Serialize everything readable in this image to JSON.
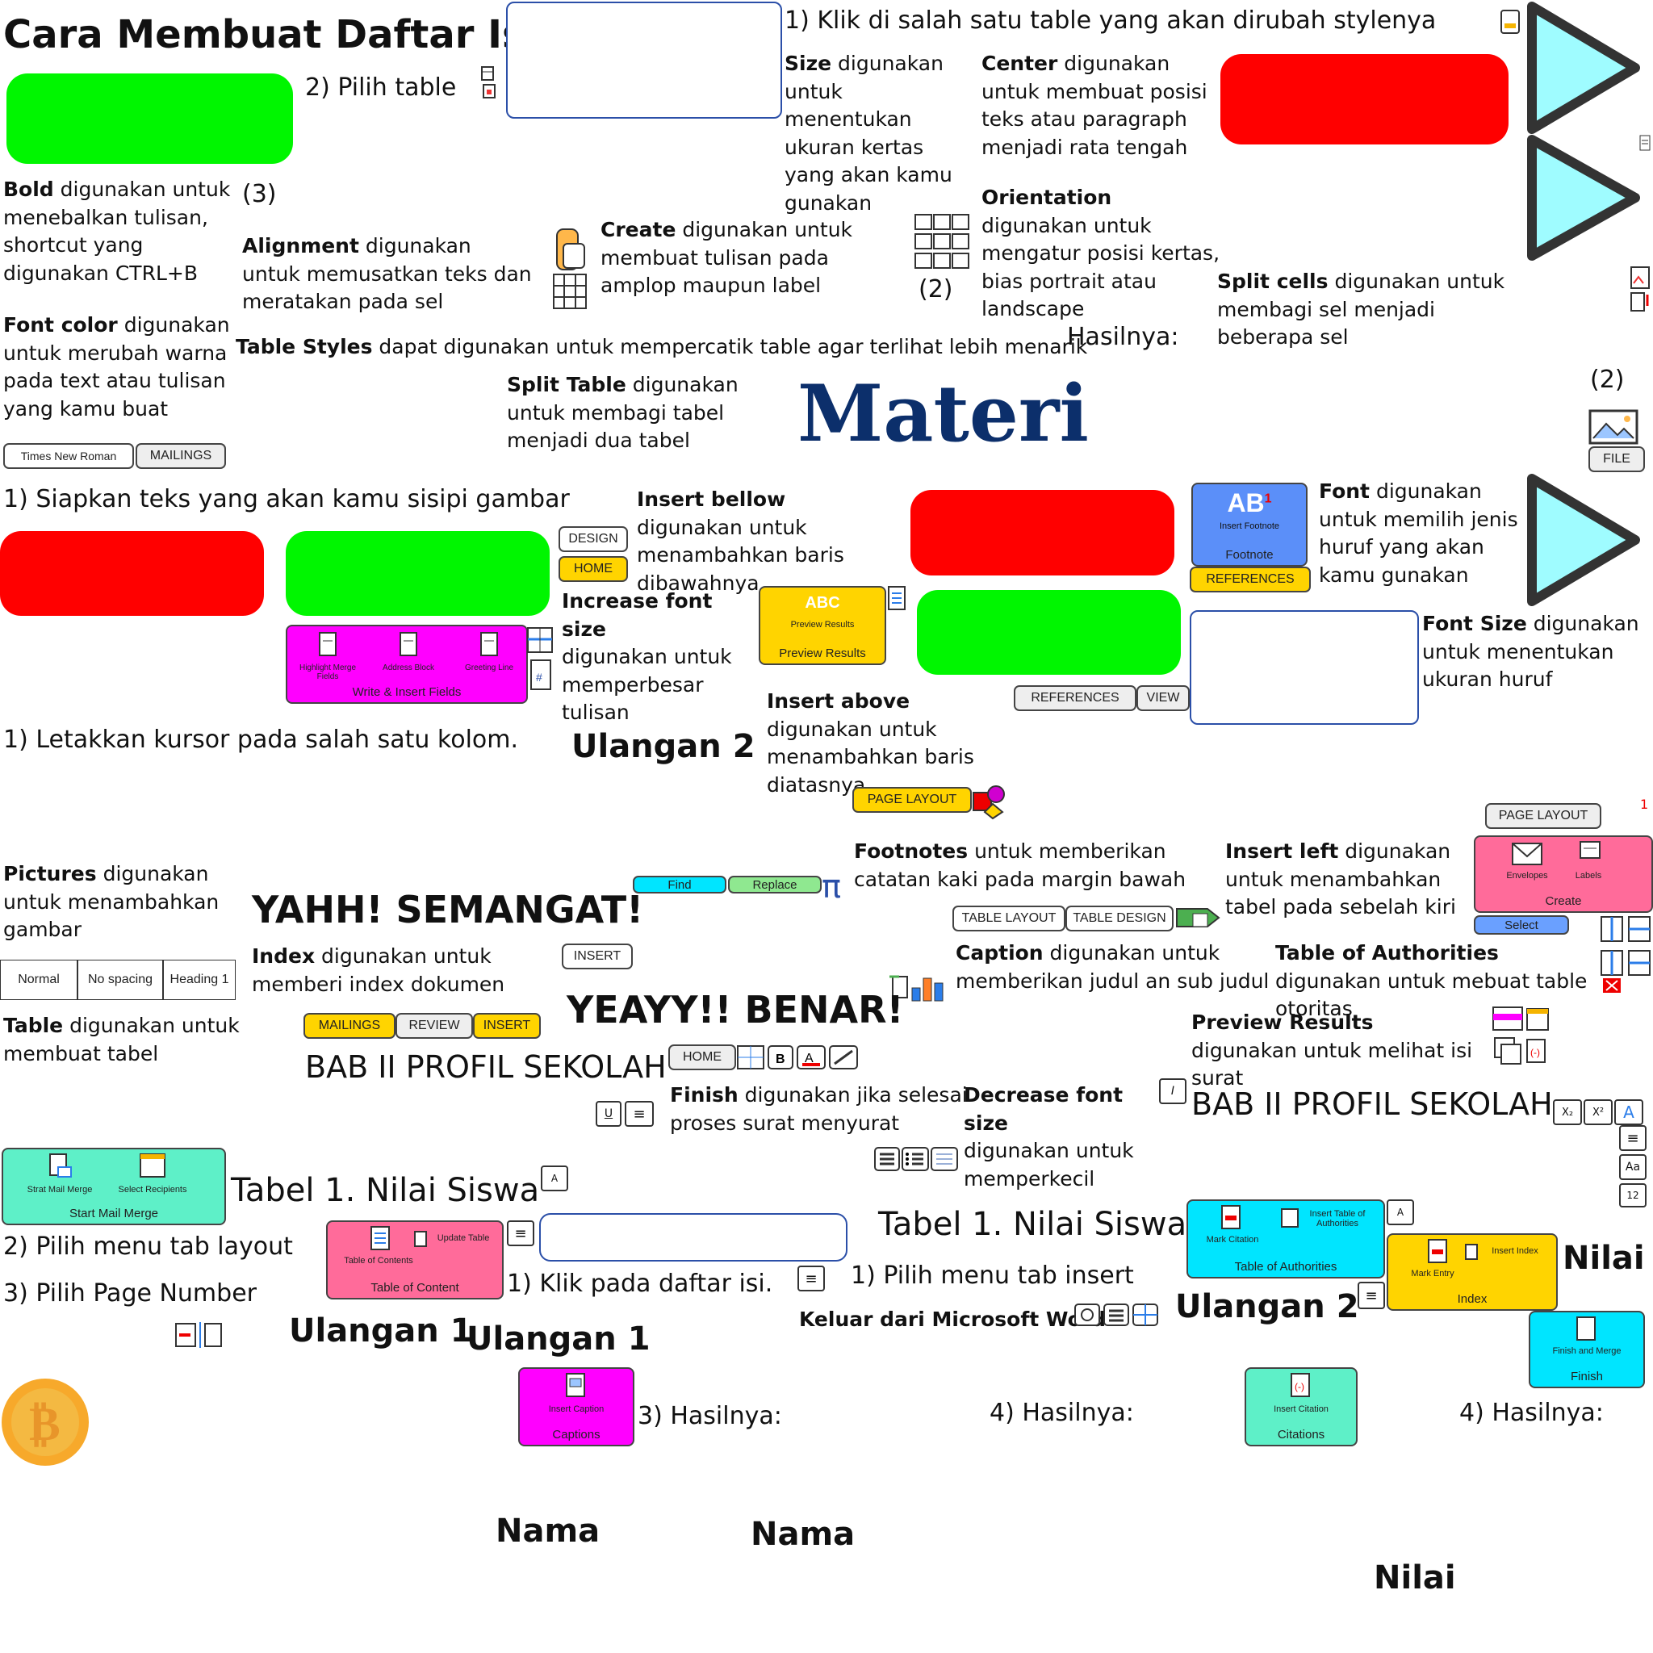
{
  "texts": {
    "title": "Cara Membuat Daftar Isi",
    "pilih_table": "2) Pilih table",
    "klik_table": "1) Klik di salah satu table yang akan dirubah stylenya",
    "size_b": "Size",
    "size_t": " digunakan untuk menentukan ukuran kertas yang akan kamu gunakan",
    "center_b": "Center",
    "center_t": " digunakan untuk membuat posisi teks atau paragraph menjadi rata tengah",
    "orient_b": "Orientation",
    "orient_t": " digunakan untuk mengatur posisi kertas, bias portrait atau landscape",
    "bold_b": "Bold",
    "bold_t": " digunakan untuk menebalkan tulisan, shortcut yang digunakan CTRL+B",
    "n3a": "(3)",
    "align_b": "Alignment",
    "align_t": " digunakan untuk memusatkan teks dan meratakan pada sel",
    "create_b": "Create",
    "create_t": " digunakan untuk membuat tulisan pada amplop maupun label",
    "n2a": "(2)",
    "split_cells_b": "Split cells",
    "split_cells_t": " digunakan untuk membagi sel menjadi beberapa sel",
    "fontcolor_b": "Font color",
    "fontcolor_t": " digunakan untuk merubah warna pada text atau tulisan yang kamu buat",
    "tablestyles_b": "Table Styles",
    "tablestyles_t": " dapat digunakan untuk mempercatik table agar terlihat lebih menarik",
    "hasilnya1": "Hasilnya:",
    "splittable_b": "Split Table",
    "splittable_t": " digunakan untuk membagi tabel menjadi dua tabel",
    "materi": "Materi",
    "n2b": "(2)",
    "siapkan": "1) Siapkan teks yang akan kamu sisipi gambar",
    "insertbellow_b": "Insert bellow",
    "insertbellow_t": " digunakan untuk menambahkan baris dibawahnya",
    "font_b": "Font",
    "font_t": " digunakan untuk memilih jenis huruf yang akan kamu gunakan",
    "increase_b": "Increase font size",
    "increase_t": "digunakan untuk memperbesar tulisan",
    "fontsize_b": "Font Size",
    "fontsize_t": " digunakan untuk menentukan ukuran huruf",
    "insertabove_b": "Insert above",
    "insertabove_t": " digunakan untuk menambahkan baris diatasnya",
    "letakkan": "1) Letakkan kursor pada salah satu kolom.",
    "ulangan2a": "Ulangan 2",
    "footnotes_b": "Footnotes",
    "footnotes_t": " untuk memberikan catatan kaki pada margin bawah",
    "insertleft_b": "Insert left",
    "insertleft_t": " digunakan untuk menambahkan tabel pada sebelah kiri",
    "pictures_b": "Pictures",
    "pictures_t": " digunakan untuk menambahkan gambar",
    "semangat": "YAHH! SEMANGAT!",
    "caption_b": "Caption",
    "caption_t": " digunakan untuk memberikan judul an sub judul",
    "toa_b": "Table of Authorities",
    "toa_t": " digunakan untuk mebuat table otoritas",
    "index_b": "Index",
    "index_t": " digunakan untuk memberi index dokumen",
    "benar": "YEAYY!! BENAR!",
    "table_b": "Table",
    "table_t": " digunakan untuk membuat tabel",
    "preview_b": "Preview Results",
    "preview_t": " digunakan untuk melihat isi surat",
    "bab2a": "BAB II PROFIL SEKOLAH",
    "finish_b": "Finish",
    "finish_t": " digunakan jika selesai proses surat menyurat",
    "decrease_b": "Decrease font size",
    "decrease_t": "digunakan untuk memperkecil",
    "bab2b": "BAB II PROFIL SEKOLAH",
    "tabel1a": "Tabel 1. Nilai Siswa",
    "tabel1b": "Tabel 1. Nilai Siswa",
    "nilai1": "Nilai",
    "pilihlayout": "2) Pilih menu tab layout",
    "klikdaftar": "1) Klik pada daftar isi.",
    "pilihinsert": "1) Pilih menu tab insert",
    "pagenumber": "3) Pilih Page Number",
    "keluar": "Keluar dari Microsoft Word",
    "ulangan2b": "Ulangan 2",
    "ulangan1a": "Ulangan 1",
    "ulangan1b": "Ulangan 1",
    "hasil3": "3) Hasilnya:",
    "hasil4a": "4) Hasilnya:",
    "hasil4b": "4) Hasilnya:",
    "nama1": "Nama",
    "nama2": "Nama",
    "nilai2": "Nilai"
  },
  "buttons": {
    "times_new_roman": "Times New Roman",
    "mailings1": "MAILINGS",
    "file": "FILE",
    "design": "DESIGN",
    "home1": "HOME",
    "references1": "REFERENCES",
    "references2": "REFERENCES",
    "view": "VIEW",
    "page_layout1": "PAGE LAYOUT",
    "page_layout2": "PAGE LAYOUT",
    "find": "Find",
    "replace": "Replace",
    "table_layout": "TABLE LAYOUT",
    "table_design": "TABLE DESIGN",
    "select": "Select",
    "insert1": "INSERT",
    "mailings2": "MAILINGS",
    "review": "REVIEW",
    "insert2": "INSERT",
    "home2": "HOME",
    "style_normal": "Normal",
    "style_nospacing": "No spacing",
    "style_heading1": "Heading 1"
  },
  "panels": {
    "write_insert": {
      "label": "Write & Insert Fields",
      "items": [
        "Highlight Merge Fields",
        "Address Block",
        "Greeting Line"
      ]
    },
    "insert_footnote": {
      "label": "Footnote",
      "title": "AB",
      "sup": "1",
      "sub": "Insert Footnote"
    },
    "preview_results": {
      "label": "Preview Results",
      "title": "ABC",
      "sub": "Preview Results"
    },
    "create": {
      "label": "Create",
      "items": [
        "Envelopes",
        "Labels"
      ]
    },
    "start_mail_merge": {
      "label": "Start Mail Merge",
      "items": [
        "Strat Mail Merge",
        "Select Recipients"
      ]
    },
    "table_of_content": {
      "label": "Table of Content",
      "items": [
        "Table of Contents",
        "Update Table"
      ]
    },
    "table_of_authorities": {
      "label": "Table of Authorities",
      "items": [
        "Mark Citation",
        "Insert Table of Authorities"
      ]
    },
    "index": {
      "label": "Index",
      "items": [
        "Mark Entry",
        "Insert Index"
      ]
    },
    "finish": {
      "label": "Finish",
      "sub": "Finish and Merge"
    },
    "captions": {
      "label": "Captions",
      "sub": "Insert Caption"
    },
    "citations": {
      "label": "Citations",
      "sub": "Insert Citation"
    }
  },
  "icons": {
    "format_text": [
      "B",
      "A"
    ],
    "underline": "U",
    "subscript": "X₂",
    "superscript": "X²",
    "font_a": "A",
    "change_case": "Aa",
    "size12": "12",
    "italic_i": "I",
    "small_a": "A",
    "pi": "π",
    "red_one": "1"
  },
  "colors": {
    "green": "#00f600",
    "red": "#ff0000",
    "yellow": "#ffd400",
    "magenta": "#ff00ff",
    "blue": "#5b8ff9",
    "cyan": "#00e5ff",
    "teal": "#5ef0c8",
    "pink": "#ff6b9a",
    "navy": "#0c2f6b"
  }
}
